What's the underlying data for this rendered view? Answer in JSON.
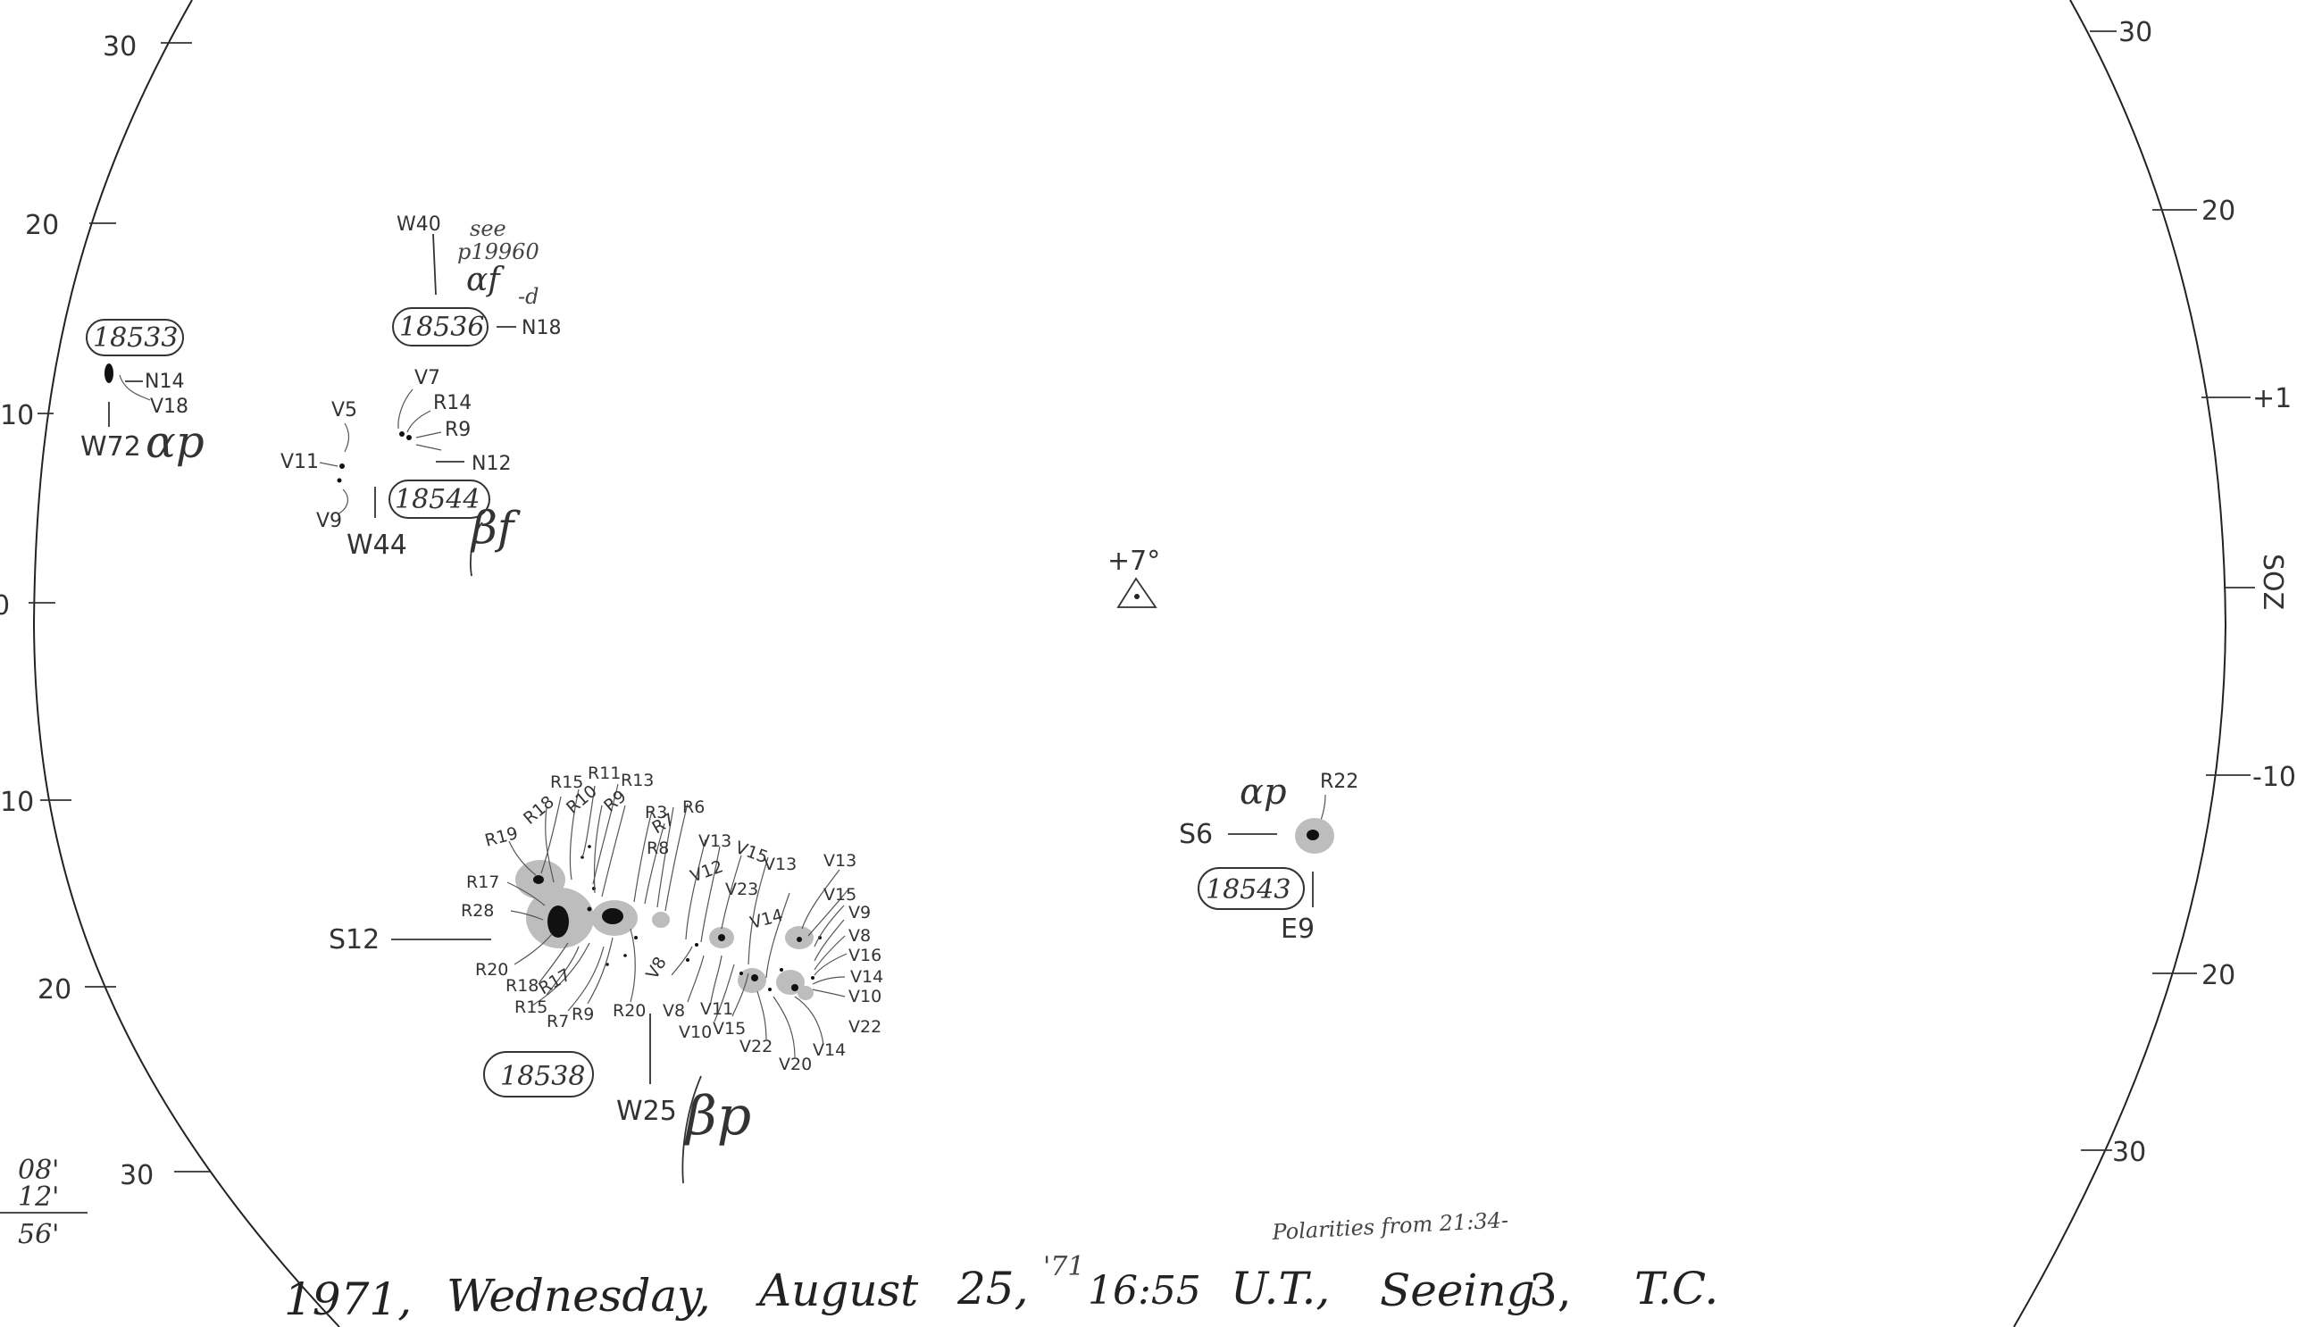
{
  "scale_labels": {
    "left": [
      "30",
      "20",
      "10",
      "0",
      "10",
      "20",
      "30"
    ],
    "right": [
      "30",
      "20",
      "+1",
      "",
      "-10",
      "20",
      "30"
    ],
    "right_vertical": "SOZ"
  },
  "center": {
    "label": "+7°"
  },
  "groups": [
    {
      "number": "18533",
      "longitude": "W72",
      "class": "αp",
      "labels": [
        "N14",
        "V18"
      ]
    },
    {
      "number": "18536",
      "note": "see\np19960\nαf",
      "class": "-d",
      "longitude": "W40",
      "latitude": "N18"
    },
    {
      "number": "18544",
      "longitude": "W44",
      "class": "βf",
      "latitude": "N12",
      "labels": [
        "V7",
        "R14",
        "R9",
        "V5",
        "V11",
        "V9"
      ]
    },
    {
      "number": "18538",
      "longitude": "W25",
      "class": "βp",
      "latitude": "S12",
      "labels_top": [
        "R15",
        "R11",
        "R13",
        "R19",
        "R18",
        "R10",
        "R9",
        "R3",
        "R6",
        "R7",
        "R8",
        "V13",
        "V15",
        "V12",
        "V23",
        "V13",
        "V13",
        "V14",
        "V15",
        "V9",
        "V8",
        "V16",
        "V14",
        "V10",
        "V22",
        "R17",
        "R28"
      ],
      "labels_bottom": [
        "R20",
        "R18",
        "R17",
        "R15",
        "R7",
        "R9",
        "R20",
        "V8",
        "V8",
        "V11",
        "V10",
        "V15",
        "V22",
        "V20",
        "V14"
      ]
    },
    {
      "number": "18543",
      "longitude": "E9",
      "class": "αp",
      "latitude": "S6",
      "labels": [
        "R22"
      ]
    }
  ],
  "corner_readings": [
    "08'",
    "12'",
    "56'"
  ],
  "polarities_note": "Polarities from 21:34-",
  "footer": {
    "year": "1971,",
    "day": "Wednesday,",
    "month": "August",
    "date": "25,",
    "year_short": "'71",
    "time": "16:55",
    "unit": "U.T.,",
    "seeing_label": "Seeing",
    "seeing_value": "3,",
    "observer": "T.C."
  }
}
